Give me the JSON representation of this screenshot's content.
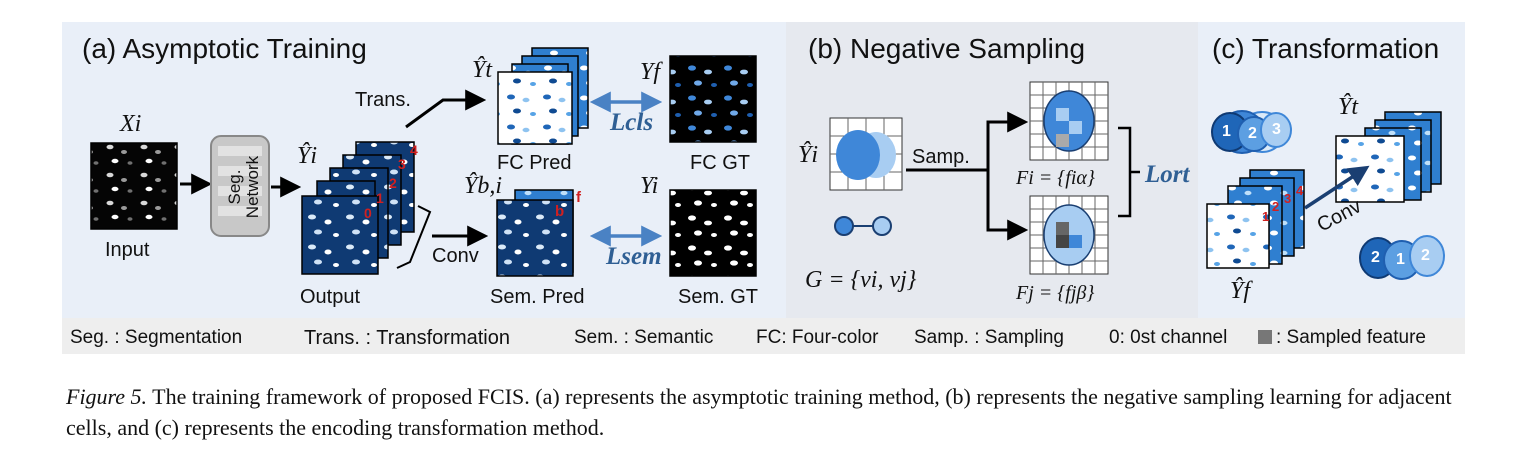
{
  "panels": {
    "a": {
      "title": "(a) Asymptotic Training"
    },
    "b": {
      "title": "(b) Negative Sampling"
    },
    "c": {
      "title": "(c) Transformation"
    }
  },
  "labels": {
    "xi": "Xi",
    "input": "Input",
    "seg_network": "Seg. Network",
    "yhat_i": "Ŷi",
    "output": "Output",
    "trans": "Trans.",
    "conv": "Conv",
    "yhat_t": "Ŷt",
    "fc_pred": "FC Pred",
    "yf": "Yf",
    "fc_gt": "FC GT",
    "l_cls": "Lcls",
    "yhat_bi": "Ŷb,i",
    "sem_pred": "Sem. Pred",
    "yi": "Yi",
    "sem_gt": "Sem. GT",
    "l_sem": "Lsem",
    "b_yhat_i": "Ŷi",
    "samp": "Samp.",
    "fi": "Fi = {fiα}",
    "fj": "Fj = {fjβ}",
    "l_ort": "Lort",
    "g": "G = {vi, vj}",
    "c_yhat_t": "Ŷt",
    "c_conv": "Conv",
    "c_yhat_f": "Ŷf",
    "ch_numbers": [
      "0",
      "1",
      "2",
      "3",
      "4"
    ],
    "ch_numbers_c": [
      "1",
      "2",
      "3",
      "4"
    ],
    "circle_f": "f",
    "circle_b": "b",
    "cells_top": [
      "1",
      "2",
      "3"
    ],
    "cells_bottom": [
      "2",
      "1",
      "2"
    ]
  },
  "legend": {
    "seg": "Seg. : Segmentation",
    "trans": "Trans. : Transformation",
    "sem": "Sem. : Semantic",
    "fc": "FC: Four-color",
    "samp": "Samp. : Sampling",
    "channel": "0: 0st channel",
    "sampled": ": Sampled feature"
  },
  "caption": {
    "figure_label": "Figure 5.",
    "text": "The training framework of proposed FCIS. (a) represents the asymptotic training method, (b) represents the negative sampling learning for adjacent cells, and (c) represents the encoding transformation method."
  },
  "colors": {
    "panel_bg": "#e9eff8",
    "dark_blue": "#0f3a73",
    "mid_blue": "#3f87d8",
    "light_blue": "#a8cdf2",
    "loss_blue": "#2f5f94",
    "arrow_blue": "#4a82c4",
    "red": "#d02020"
  }
}
